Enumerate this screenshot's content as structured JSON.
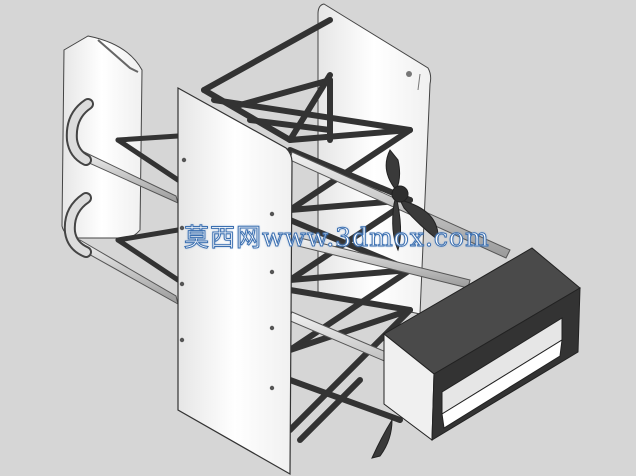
{
  "watermark": "莫西网www.3dmox.com",
  "colors": {
    "background": "#d6d6d6",
    "panel": "#ffffff",
    "strut": "#333333",
    "rod": "#bfbfbf",
    "box": "#404040",
    "watermark_text": "#ffffff",
    "watermark_outline": "#3b6fb0"
  },
  "parts": [
    "front-wind-blade",
    "rear-wind-blade",
    "small-wind-blade",
    "lattice-frame",
    "connecting-rods",
    "propeller",
    "generator-housing",
    "curved-pipes"
  ]
}
